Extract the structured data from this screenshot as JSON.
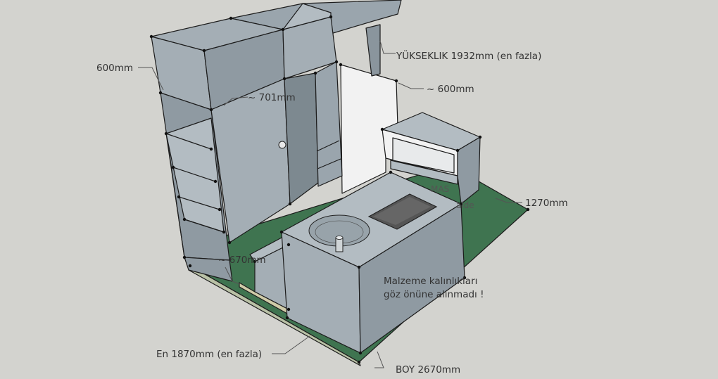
{
  "annotations": {
    "height": "YÜKSEKLIK 1932mm (en fazla)",
    "cabinet_top_width": "600mm",
    "cabinet_depth": "~ 701mm",
    "wall_width": "~ 600mm",
    "length_side": "1270mm",
    "bench_gap": "~ 670mm",
    "width": "En 1870mm (en fazla)",
    "length": "BOY 2670mm",
    "partial_label_1": "MAS",
    "partial_label_2": "alde"
  },
  "note": {
    "line1": "Malzeme kalınlıkları",
    "line2": "göz önüne alınmadı !"
  },
  "colors": {
    "background": "#d3d3cf",
    "box_face_light": "#a4aeb5",
    "box_face_mid": "#8f9aa2",
    "box_face_dark": "#75828b",
    "floor_green": "#3f7450",
    "wall_white": "#f2f2f2",
    "leader": "#555555"
  }
}
